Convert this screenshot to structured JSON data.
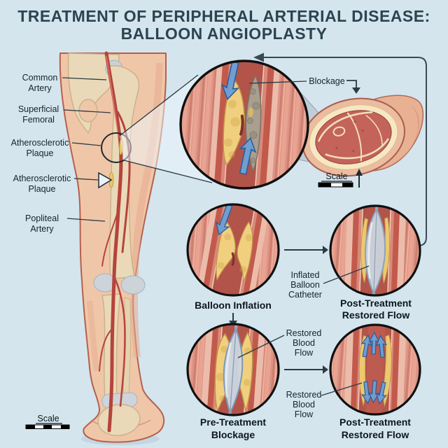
{
  "title": {
    "line1": "TREATMENT OF PERIPHERAL ARTERIAL DISEASE:",
    "line2": "BALLOON ANGIOPLASTY"
  },
  "anatomy": {
    "common_artery": [
      "Common",
      "Artery"
    ],
    "superficial_femoral": [
      "Superficial",
      "Femoral"
    ],
    "athero_plaque_upper": [
      "Atherosclerotic",
      "Plaque"
    ],
    "athero_plaque_lower": [
      "Atherosclerotic",
      "Plaque"
    ],
    "popliteal_artery": [
      "Popliteal",
      "Artery"
    ]
  },
  "callouts": {
    "blockage": "Blockage",
    "inflated_balloon": [
      "Inflated",
      "Balloon",
      "Catheter"
    ],
    "restored_flow_upper": [
      "Restored",
      "Blood",
      "Flow"
    ],
    "restored_flow_lower": [
      "Restored",
      "Blood",
      "Flow"
    ]
  },
  "captions": {
    "balloon_inflation": "Balloon Inflation",
    "post_treatment_mid": [
      "Post-Treatment",
      "Restored Flow"
    ],
    "pre_treatment": [
      "Pre-Treatment",
      "Blockage"
    ],
    "post_treatment_bottom": [
      "Post-Treatment",
      "Restored Flow"
    ]
  },
  "scales": {
    "top_right": "Scale",
    "bottom_left": "Scale"
  },
  "colors": {
    "background": "#d4e5ee",
    "title_text": "#2c4450",
    "artery_wall": "#c25a4c",
    "lumen": "#b2544a",
    "plaque_yellow": "#f0d07e",
    "plaque_gray": "#a89f90",
    "arrow_blue": "#6f9ed3",
    "balloon": "#ccd6e0",
    "bone": "#ead9b8",
    "skin": "#f0c6a8",
    "outline_dark": "#1c2b34"
  }
}
